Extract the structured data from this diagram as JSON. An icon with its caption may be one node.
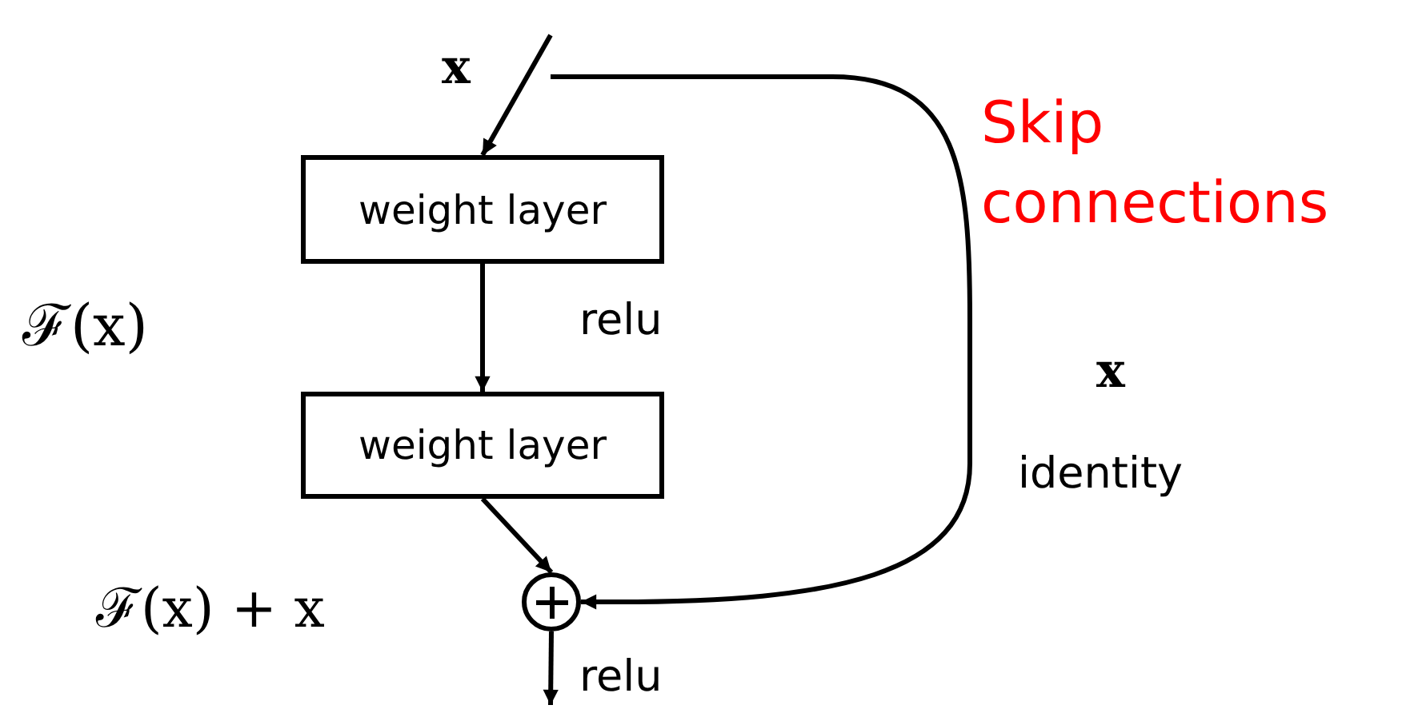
{
  "diagram": {
    "nodes": [
      {
        "text": [
          "weight layer"
        ]
      },
      {
        "text": [
          "weight layer"
        ]
      },
      {
        "text": [],
        "shape": "circle"
      }
    ],
    "edges": [
      {
        "from": null,
        "to": 0,
        "arrow": "to"
      },
      {
        "from": 0,
        "to": 1,
        "arrow": "to",
        "label": "relu"
      },
      {
        "from": 1,
        "to": 2,
        "arrow": "to"
      },
      {
        "from": 2,
        "to": null,
        "arrow": "to",
        "label": "relu"
      },
      {
        "from": null,
        "to": 2,
        "arrow": "to"
      }
    ],
    "labels": [
      "x",
      "Skip connections",
      "ℱ(x)",
      "x",
      "identity",
      "ℱ(x) + x"
    ]
  }
}
